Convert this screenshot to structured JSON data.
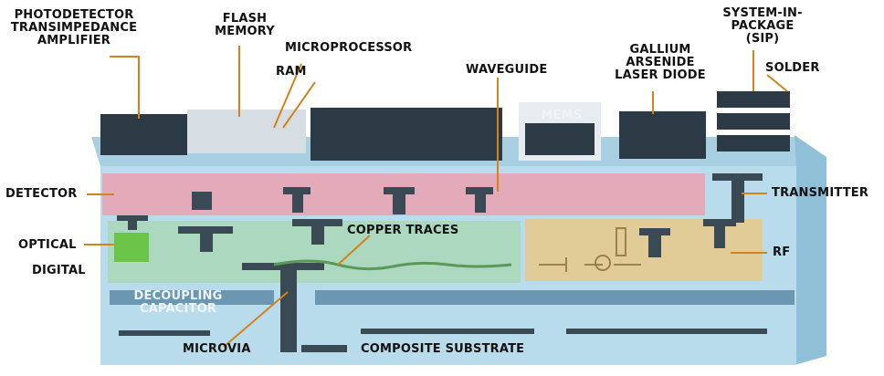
{
  "colors": {
    "substrate": "#b9dcec",
    "substrate_dark": "#8fc0d8",
    "optical_band": "#e8a5b4",
    "digital_band": "#a8d7b6",
    "rf_band": "#e6c98d",
    "chip": "#2c3a45",
    "pointer": "#d4821a",
    "via": "#3a4a55"
  },
  "labels": {
    "photodetector": [
      "PHOTODETECTOR",
      "TRANSIMPEDANCE",
      "AMPLIFIER"
    ],
    "flash_memory": [
      "FLASH",
      "MEMORY"
    ],
    "microprocessor": "MICROPROCESSOR",
    "ram": "RAM",
    "waveguide": "WAVEGUIDE",
    "gallium": [
      "GALLIUM",
      "ARSENIDE",
      "LASER DIODE"
    ],
    "sip": [
      "SYSTEM-IN-",
      "PACKAGE",
      "(SIP)"
    ],
    "solder": "SOLDER",
    "mems": "MEMS",
    "detector": "DETECTOR",
    "transmitter": "TRANSMITTER",
    "optical": "OPTICAL",
    "digital": "DIGITAL",
    "copper_traces": "COPPER TRACES",
    "rf": "RF",
    "decoupling": [
      "DECOUPLING",
      "CAPACITOR"
    ],
    "microvia": "MICROVIA",
    "composite_substrate": "COMPOSITE SUBSTRATE"
  }
}
